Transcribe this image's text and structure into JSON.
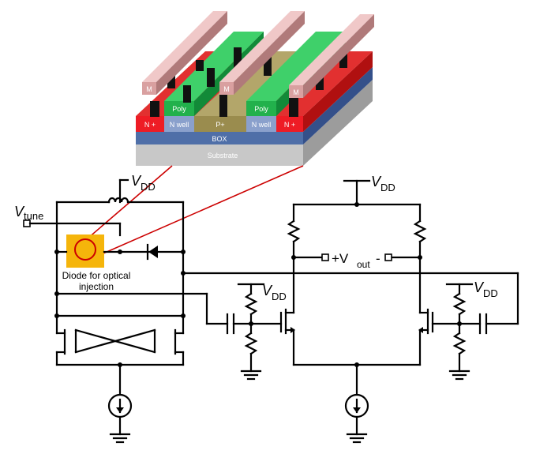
{
  "device": {
    "layers": {
      "metal": "M",
      "poly": "Poly",
      "n_plus": "N +",
      "n_well": "N well",
      "p_plus": "P+",
      "box": "BOX",
      "substrate": "Substrate"
    }
  },
  "circuit": {
    "vdd_main": "V",
    "vdd_sub": "DD",
    "vtune_main": "V",
    "vtune_sub": "tune",
    "diode_label_line1": "Diode for optical",
    "diode_label_line2": "injection",
    "vout_plus": "+V",
    "vout_sub": "out",
    "vout_minus": "-"
  },
  "colors": {
    "n_plus": "#ee1c25",
    "n_well": "#8aa0cc",
    "p_plus": "#9a8c4e",
    "poly": "#22b14c",
    "metal": "#d9a0a0",
    "box": "#4f6fa8",
    "substrate": "#c8c8c8",
    "diode_highlight": "#f5b50b",
    "callout": "#cc0000"
  }
}
